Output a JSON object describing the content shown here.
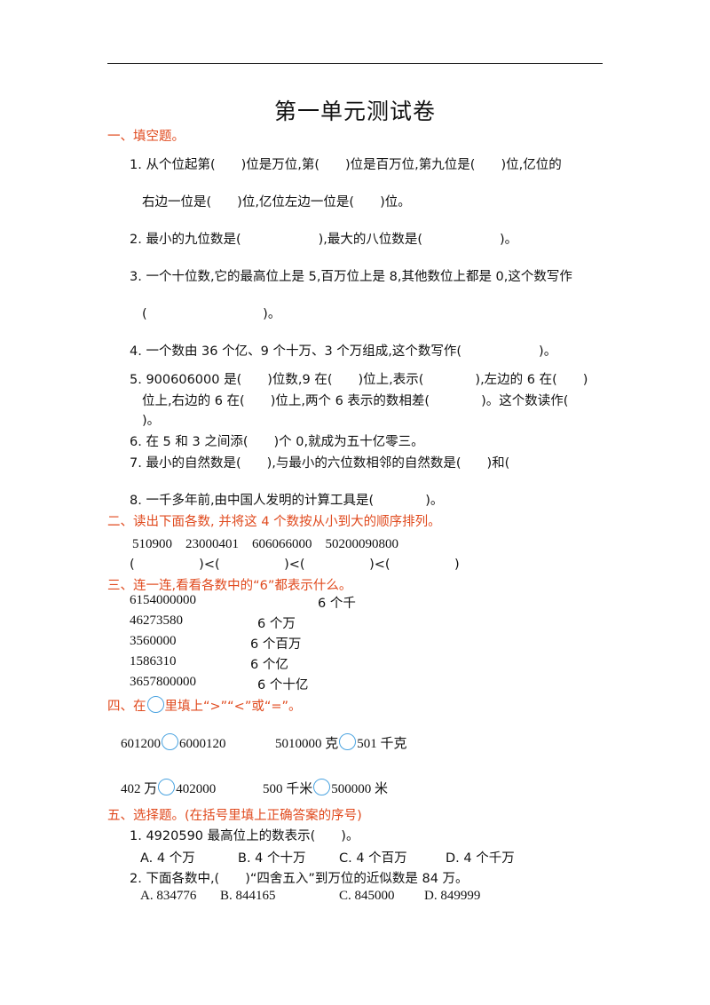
{
  "doc": {
    "title": "第一单元测试卷"
  },
  "s1": {
    "heading": "一、填空题。",
    "q1a": "1. 从个位起第(　　)位是万位,第(　　)位是百万位,第九位是(　　)位,亿位的",
    "q1b": "右边一位是(　　)位,亿位左边一位是(　　)位。",
    "q2": "2. 最小的九位数是(　　　　　　),最大的八位数是(　　　　　　)。",
    "q3a": "3. 一个十位数,它的最高位上是 5,百万位上是 8,其他数位上都是 0,这个数写作",
    "q3b": "(　　　　　　　　　)。",
    "q4": "4. 一个数由 36 个亿、9 个十万、3 个万组成,这个数写作(　　　　　　)。",
    "q5a": "5. 900606000 是(　　)位数,9 在(　　)位上,表示(　　　　),左边的 6 在(　　)",
    "q5b": "位上,右边的 6 在(　　)位上,两个 6 表示的数相差(　　　　)。这个数读作(",
    "q5c": ")。",
    "q6": "6. 在 5 和 3 之间添(　　)个 0,就成为五十亿零三。",
    "q7": "7. 最小的自然数是(　　),与最小的六位数相邻的自然数是(　　)和(",
    "q8": "8. 一千多年前,由中国人发明的计算工具是(　　　　)。"
  },
  "s2": {
    "heading": "二、读出下面各数, 并将这 4 个数按从小到大的顺序排列。",
    "numbers": "510900　23000401　606066000　50200090800",
    "order": "(　　　　　)<(　　　　　)<(　　　　　)<(　　　　　)"
  },
  "s3": {
    "heading": "三、连一连,看看各数中的“6”都表示什么。",
    "left": [
      "6154000000",
      "46273580",
      "3560000",
      "1586310",
      "3657800000"
    ],
    "right": [
      "6 个千",
      "6 个万",
      "6 个百万",
      "6 个亿",
      "6 个十亿"
    ]
  },
  "s4": {
    "heading_pre": "四、在",
    "heading_post": "里填上“>”“<”或“=”。",
    "items": [
      {
        "a": "601200",
        "b": "6000120"
      },
      {
        "a": "5010000 克",
        "b": "501 千克"
      },
      {
        "a": "402 万",
        "b": "402000"
      },
      {
        "a": "500 千米",
        "b": "500000 米"
      }
    ]
  },
  "s5": {
    "heading": "五、选择题。(在括号里填上正确答案的序号)",
    "q1": "1. 4920590 最高位上的数表示(　　)。",
    "q1opts": [
      "A. 4 个万",
      "B. 4 个十万",
      "C. 4 个百万",
      "D. 4 个千万"
    ],
    "q2": "2. 下面各数中,(　　)“四舍五入”到万位的近似数是 84 万。",
    "q2opts": [
      "A. 834776",
      "B. 844165",
      "C. 845000",
      "D. 849999"
    ]
  }
}
